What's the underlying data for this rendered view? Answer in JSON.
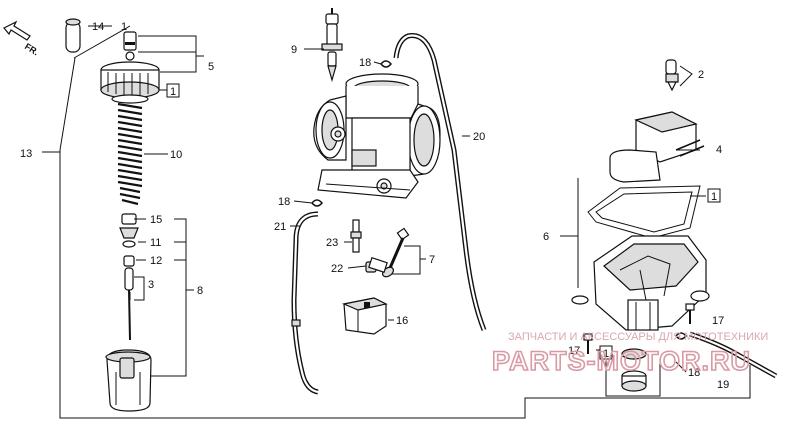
{
  "diagram": {
    "arrow_label": "FR.",
    "watermark": {
      "caption": "ЗАПЧАСТИ И АКСЕССУАРЫ ДЛЯ МОТОТЕХНИКИ",
      "logo": "PARTS-MOTOR.RU"
    },
    "part_numbers": {
      "p1": "1",
      "p2": "2",
      "p3": "3",
      "p4": "4",
      "p5": "5",
      "p6": "6",
      "p7": "7",
      "p8": "8",
      "p9": "9",
      "p10": "10",
      "p11": "11",
      "p12": "12",
      "p13": "13",
      "p14": "14",
      "p15": "15",
      "p16": "16",
      "p17": "17",
      "p18": "18",
      "p19": "19",
      "p20": "20",
      "p21": "21",
      "p22": "22",
      "p23": "23"
    }
  }
}
